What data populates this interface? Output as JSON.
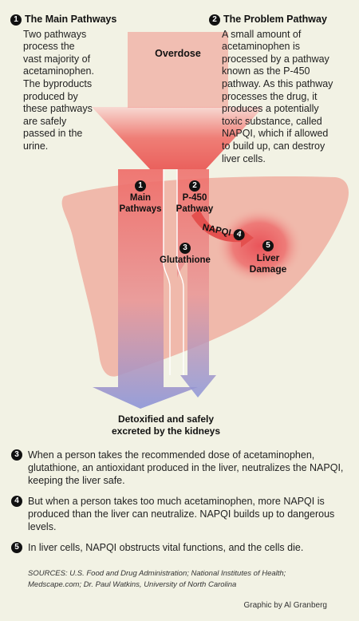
{
  "section1": {
    "number": "1",
    "title": "The Main Pathways",
    "lines": [
      "Two pathways",
      "process the",
      "vast majority of",
      "acetaminophen.",
      "The byproducts",
      "produced by",
      "these pathways",
      "are safely",
      "passed in the",
      "urine."
    ]
  },
  "section2": {
    "number": "2",
    "title": "The Problem Pathway",
    "lines": [
      "A small amount  of",
      "acetaminophen is",
      "processed by a pathway",
      "known as the P-450",
      "pathway. As this pathway",
      "processes the drug, it",
      "produces a potentially",
      "toxic substance, called",
      "NAPQI, which if allowed",
      "to build up, can destroy",
      "liver cells."
    ]
  },
  "diagram": {
    "overdose": "Overdose",
    "main_pathways": {
      "number": "1",
      "line1": "Main",
      "line2": "Pathways"
    },
    "p450_pathway": {
      "number": "2",
      "line1": "P-450",
      "line2": "Pathway"
    },
    "glutathione": {
      "number": "3",
      "label": "Glutathione"
    },
    "napqi": {
      "number": "4",
      "label": "NAPQI"
    },
    "liver_damage": {
      "number": "5",
      "line1": "Liver",
      "line2": "Damage"
    },
    "outcome": {
      "line1": "Detoxified and safely",
      "line2": "excreted by the kidneys"
    }
  },
  "notes": [
    {
      "number": "3",
      "text": "When a person takes the recommended dose of acetaminophen, glutathione, an antioxidant produced in the liver, neutralizes the NAPQI, keeping the liver safe."
    },
    {
      "number": "4",
      "text": "But when a person takes too much acetaminophen, more NAPQI is produced than the liver can neutralize. NAPQI builds up to dangerous levels."
    },
    {
      "number": "5",
      "text": "In liver cells, NAPQI obstructs vital functions, and the cells die."
    }
  ],
  "sources": "SOURCES: U.S. Food and Drug Administration; National Institutes of Health; Medscape.com; Dr. Paul Watkins, University of North Carolina",
  "credit": "Graphic by Al Granberg",
  "colors": {
    "liver": "#f0b9ab",
    "arrow_top": "#ef6a66",
    "arrow_bottom": "#8c95d8",
    "damage": "#ea5f5f"
  }
}
